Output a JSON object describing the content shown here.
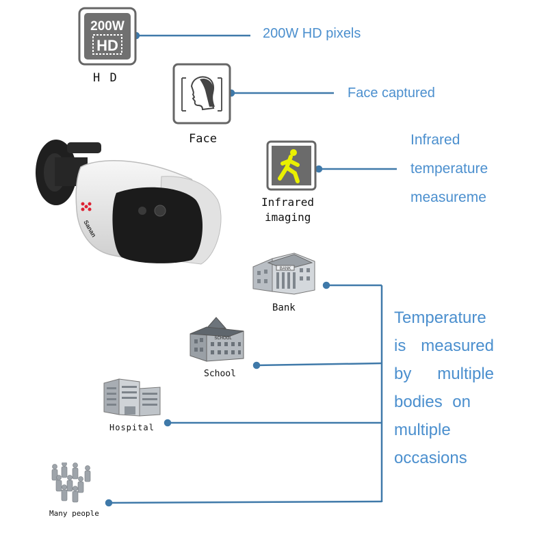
{
  "features": {
    "hd": {
      "icon_text_top": "200W",
      "icon_text_bottom": "HD",
      "caption": "H D",
      "label": "200W HD pixels"
    },
    "face": {
      "caption": "Face",
      "label": "Face captured"
    },
    "infrared": {
      "caption_line1": "Infrared",
      "caption_line2": "imaging",
      "label_line1": "Infrared",
      "label_line2": "temperature",
      "label_line3": "measureme"
    }
  },
  "camera": {
    "brand": "Sanan"
  },
  "places": {
    "bank": {
      "caption": "Bank",
      "sign": "BANK"
    },
    "school": {
      "caption": "School",
      "sign": "SCHOOL"
    },
    "hospital": {
      "caption": "Hospital"
    },
    "people": {
      "caption": "Many people"
    }
  },
  "statement": {
    "lines": [
      [
        "Temperature"
      ],
      [
        "is",
        "measured"
      ],
      [
        "by",
        "multiple"
      ],
      [
        "bodies",
        "on"
      ],
      [
        "multiple"
      ],
      [
        "occasions"
      ]
    ]
  },
  "colors": {
    "accent": "#4b8fce",
    "line": "#3f79a9",
    "icon_frame": "#666666"
  }
}
